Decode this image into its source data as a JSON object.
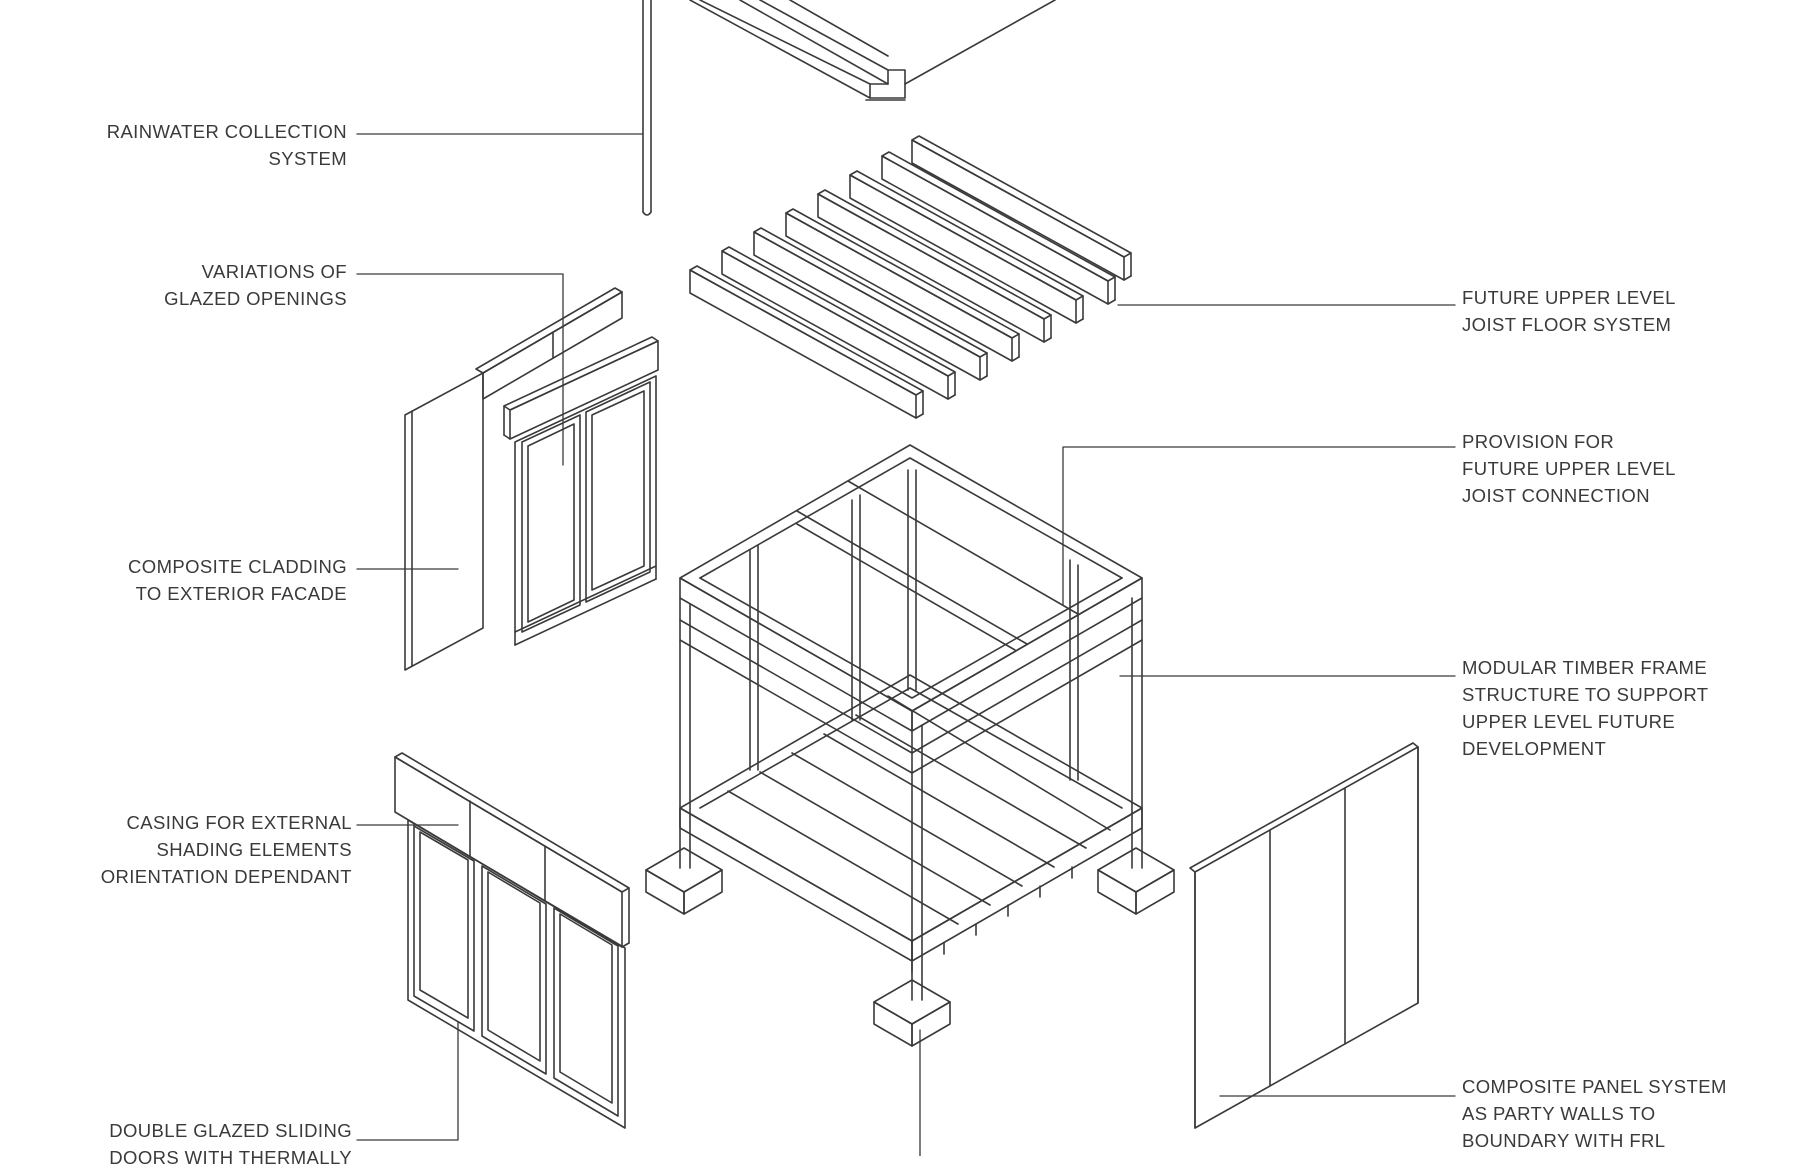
{
  "annotations": {
    "rainwater": [
      "RAINWATER COLLECTION",
      "SYSTEM"
    ],
    "glazed_openings": [
      "VARIATIONS OF",
      "GLAZED OPENINGS"
    ],
    "cladding": [
      "COMPOSITE CLADDING",
      "TO EXTERIOR FACADE"
    ],
    "casing": [
      "CASING FOR EXTERNAL",
      "SHADING ELEMENTS",
      "ORIENTATION DEPENDANT"
    ],
    "sliding_doors": [
      "DOUBLE GLAZED SLIDING",
      "DOORS WITH THERMALLY"
    ],
    "joist_floor": [
      "FUTURE UPPER LEVEL",
      "JOIST FLOOR SYSTEM"
    ],
    "joist_connection": [
      "PROVISION FOR",
      "FUTURE UPPER LEVEL",
      "JOIST CONNECTION"
    ],
    "timber_frame": [
      "MODULAR TIMBER FRAME",
      "STRUCTURE TO SUPPORT",
      "UPPER LEVEL FUTURE",
      "DEVELOPMENT"
    ],
    "party_walls": [
      "COMPOSITE PANEL SYSTEM",
      "AS PARTY WALLS TO",
      "BOUNDARY WITH FRL"
    ]
  },
  "style": {
    "line_color": "#3a3a3a",
    "text_color": "#3a3a3a",
    "background": "#ffffff"
  }
}
